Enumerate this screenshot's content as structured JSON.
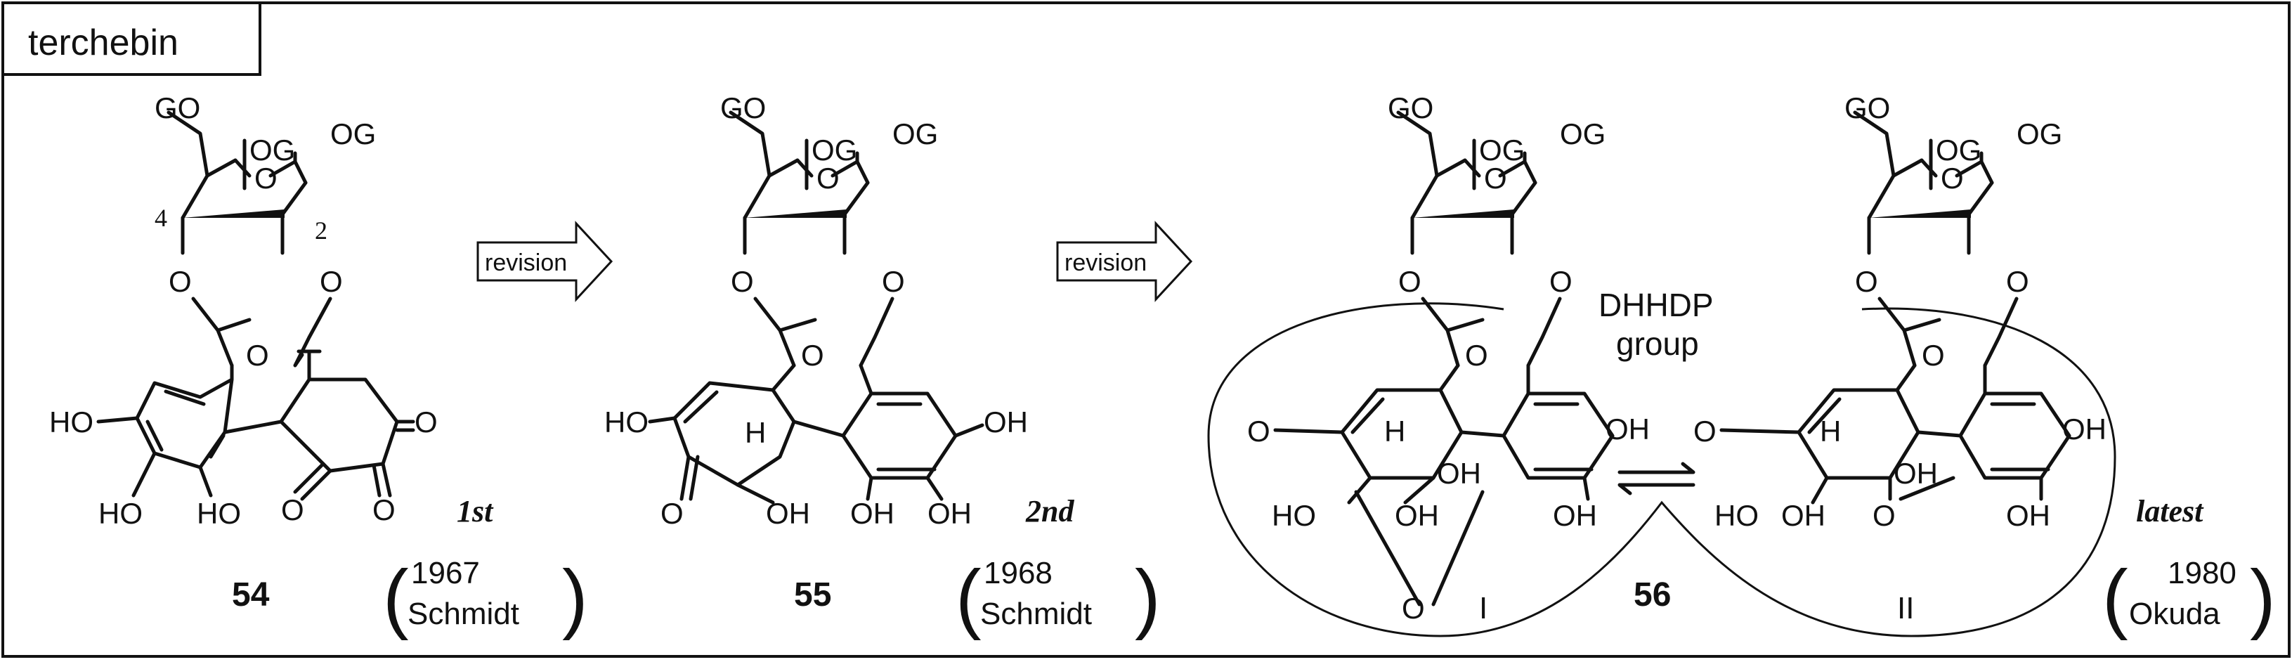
{
  "title_tab": "terchebin",
  "arrows": {
    "revision_1": "revision",
    "revision_2": "revision"
  },
  "atoms": {
    "GO": "GO",
    "OG": "OG",
    "O": "O",
    "HO": "HO",
    "OH": "OH",
    "H": "H",
    "C4": "4",
    "C2": "2"
  },
  "compounds": [
    {
      "number": "54",
      "order": "1st",
      "year": "1967",
      "author": "Schmidt"
    },
    {
      "number": "55",
      "order": "2nd",
      "year": "1968",
      "author": "Schmidt"
    },
    {
      "number": "56",
      "order": "latest",
      "year": "1980",
      "author": "Okuda"
    }
  ],
  "dhhdp": {
    "line1": "DHHDP",
    "line2": "group",
    "part1": "I",
    "part2": "II"
  },
  "brackets": {
    "open": "(",
    "close": ")"
  }
}
